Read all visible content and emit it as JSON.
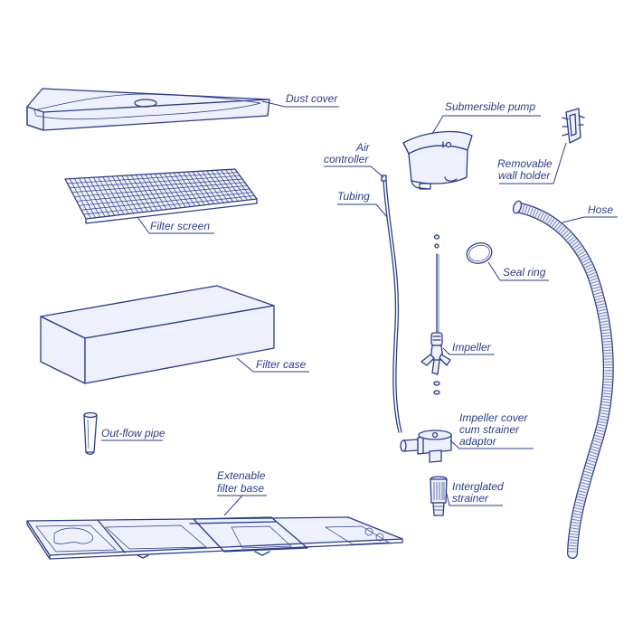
{
  "colors": {
    "ink": "#2b3d86",
    "fill": "#eef1fb",
    "background": "#ffffff"
  },
  "labels": {
    "dust_cover": "Dust cover",
    "submersible_pump": "Submersible pump",
    "air_controller_1": "Air",
    "air_controller_2": "controller",
    "removable_wall_holder_1": "Removable",
    "removable_wall_holder_2": "wall holder",
    "tubing": "Tubing",
    "filter_screen": "Filter screen",
    "hose": "Hose",
    "seal_ring": "Seal ring",
    "filter_case": "Filter case",
    "impeller": "Impeller",
    "impeller_cover_1": "Impeller cover",
    "impeller_cover_2": "cum strainer",
    "impeller_cover_3": "adaptor",
    "out_flow_pipe": "Out-flow pipe",
    "extenable_filter_base_1": "Extenable",
    "extenable_filter_base_2": "filter base",
    "interglated_strainer_1": "Interglated",
    "interglated_strainer_2": "strainer"
  }
}
